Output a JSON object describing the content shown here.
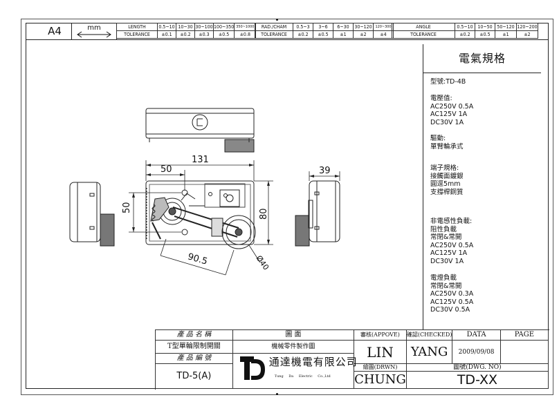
{
  "frame": {
    "paper_size": "A4",
    "unit": "mm"
  },
  "tolerance_tables": {
    "length": {
      "header_label": "LENGTH",
      "tol_label": "TOLERANCE",
      "ranges": [
        "0.5~10",
        "10~30",
        "30~100",
        "100~350",
        "350~1000"
      ],
      "values": [
        "±0.1",
        "±0.2",
        "±0.3",
        "±0.5",
        "±0.8"
      ]
    },
    "rad_cham": {
      "header_label": "RAD./CHAM",
      "tol_label": "TOLERANCE",
      "ranges": [
        "0.5~3",
        "3~6",
        "6~30",
        "30~120",
        "120~300"
      ],
      "values": [
        "±0.2",
        "±0.5",
        "±1",
        "±2",
        "±4"
      ]
    },
    "angle": {
      "header_label": "ANGLE",
      "tol_label": "TOLERANCE",
      "ranges": [
        "0.5~10",
        "10~50",
        "50~120",
        "120~200"
      ],
      "values": [
        "±0.2",
        "±0.5",
        "±1",
        "±2"
      ]
    }
  },
  "dimensions": {
    "overall_length": "131",
    "pivot_offset": "50",
    "height_left": "50",
    "height_right": "80",
    "depth": "39",
    "arm_length": "90.5",
    "roller_diameter": "Ø40"
  },
  "spec_panel": {
    "title": "電氣規格",
    "model": "型號:TD-4B",
    "rating_title": "電壓值:",
    "rating_lines": [
      "AC250V  0.5A",
      "AC125V  1A",
      "DC30V   1A"
    ],
    "drive_title": "驅動:",
    "drive_value": "單臂輪承式",
    "terminal_title": "端子規格:",
    "terminal_lines": [
      "接觸面鍍銀",
      "圓逕5mm",
      "支撐桿銅質"
    ],
    "noninductive_title": "非電感性負載:",
    "noninductive_lines": [
      "阻性負載",
      "常閉&常開",
      "AC250V  0.5A",
      "AC125V   1A",
      "DC30V    1A"
    ],
    "inductive_title": "電燈負載",
    "inductive_lines": [
      "常閉&常開",
      "AC250V  0.3A",
      "AC125V   0.5A",
      "DC30V    0.5A"
    ]
  },
  "title_block": {
    "product_name_label": "產 品 名 稱",
    "product_name_value": "T型單輪限制開關",
    "drawing_label": "圖        面",
    "drawing_value": "機械零件製作圖",
    "approve_label": "審核(APPOVE)",
    "approve_value": "LIN",
    "check_label": "確認(CHECKED)",
    "check_value": "YANG",
    "date_label": "DATA",
    "date_value": "2009/09/08",
    "page_label": "PAGE",
    "product_code_label": "產 品 編 號",
    "product_code_value": "TD-5(A)",
    "company_name": "通達機電有限公司",
    "company_sub": "Tung Da Electric Co.,Ltd",
    "drawn_label": "繪圖(DRWN)",
    "drawn_value": "CHUNG",
    "dwg_no_label": "圖號(DWG. NO)",
    "dwg_no_value": "TD-XX"
  }
}
